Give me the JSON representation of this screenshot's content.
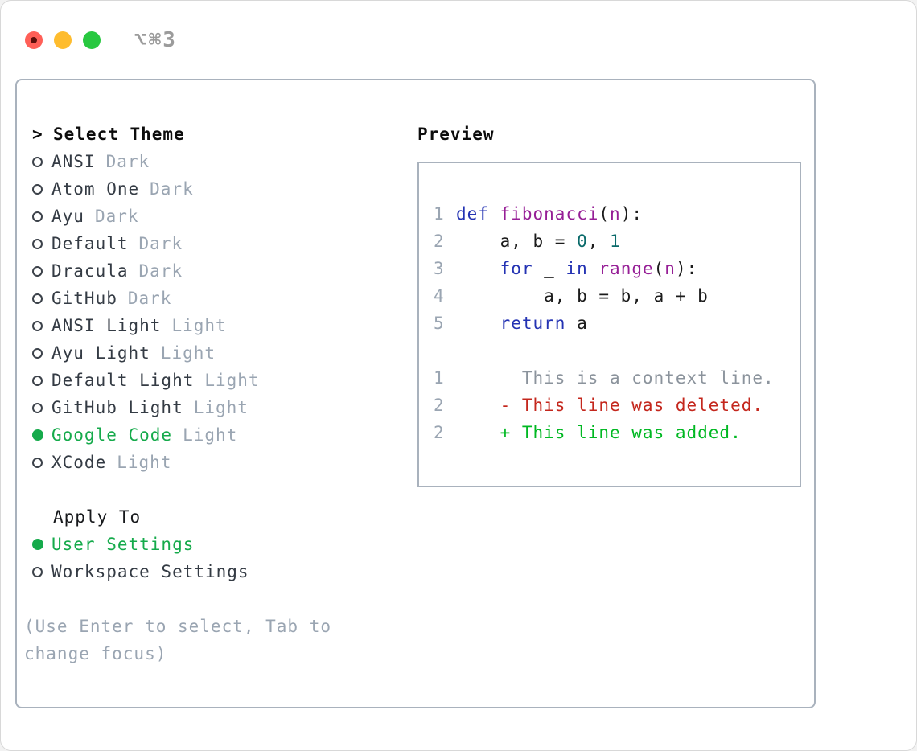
{
  "window": {
    "shortcut_label": "⌥⌘3"
  },
  "theme_panel": {
    "title_marker": ">",
    "title": "Select Theme",
    "themes": [
      {
        "name": "ANSI",
        "variant": "Dark",
        "selected": false
      },
      {
        "name": "Atom One",
        "variant": "Dark",
        "selected": false
      },
      {
        "name": "Ayu",
        "variant": "Dark",
        "selected": false
      },
      {
        "name": "Default",
        "variant": "Dark",
        "selected": false
      },
      {
        "name": "Dracula",
        "variant": "Dark",
        "selected": false
      },
      {
        "name": "GitHub",
        "variant": "Dark",
        "selected": false
      },
      {
        "name": "ANSI Light",
        "variant": "Light",
        "selected": false
      },
      {
        "name": "Ayu Light",
        "variant": "Light",
        "selected": false
      },
      {
        "name": "Default Light",
        "variant": "Light",
        "selected": false
      },
      {
        "name": "GitHub Light",
        "variant": "Light",
        "selected": false
      },
      {
        "name": "Google Code",
        "variant": "Light",
        "selected": true
      },
      {
        "name": "XCode",
        "variant": "Light",
        "selected": false
      }
    ],
    "apply_to_title": "Apply To",
    "apply_to_options": [
      {
        "label": "User Settings",
        "selected": true
      },
      {
        "label": "Workspace Settings",
        "selected": false
      }
    ],
    "hint": "(Use Enter to select, Tab to change focus)"
  },
  "preview": {
    "title": "Preview",
    "lines": [
      {
        "num": "1",
        "tokens": [
          [
            "kwd",
            "def"
          ],
          [
            "pln",
            " "
          ],
          [
            "typ",
            "fibonacci"
          ],
          [
            "pln",
            "("
          ],
          [
            "typ",
            "n"
          ],
          [
            "pln",
            "):"
          ]
        ]
      },
      {
        "num": "2",
        "tokens": [
          [
            "pln",
            "    a, b = "
          ],
          [
            "lit",
            "0"
          ],
          [
            "pln",
            ", "
          ],
          [
            "lit",
            "1"
          ]
        ]
      },
      {
        "num": "3",
        "tokens": [
          [
            "pln",
            "    "
          ],
          [
            "kwd",
            "for"
          ],
          [
            "pln",
            " _ "
          ],
          [
            "kwd",
            "in"
          ],
          [
            "pln",
            " "
          ],
          [
            "typ",
            "range"
          ],
          [
            "pln",
            "("
          ],
          [
            "typ",
            "n"
          ],
          [
            "pln",
            "):"
          ]
        ]
      },
      {
        "num": "4",
        "tokens": [
          [
            "pln",
            "        a, b = b, a + b"
          ]
        ]
      },
      {
        "num": "5",
        "tokens": [
          [
            "pln",
            "    "
          ],
          [
            "kwd",
            "return"
          ],
          [
            "pln",
            " a"
          ]
        ]
      },
      {
        "num": "",
        "tokens": []
      },
      {
        "num": "1",
        "tokens": [
          [
            "ctx",
            "      This is a context line."
          ]
        ]
      },
      {
        "num": "2",
        "tokens": [
          [
            "del",
            "    - This line was deleted."
          ]
        ]
      },
      {
        "num": "2",
        "tokens": [
          [
            "add",
            "    + This line was added."
          ]
        ]
      }
    ]
  },
  "colors": {
    "selection_green": "#15aa4b",
    "keyword_blue": "#2433b3",
    "function_purple": "#961e96",
    "literal_teal": "#0a6a6a",
    "plain_black": "#1b1b1b",
    "context_gray": "#8b939c",
    "deleted_red": "#c4271d",
    "added_green": "#00b822",
    "muted_gray": "#9aa5b2",
    "border_gray": "#a9b2bd",
    "traffic_red": "#ff5f57",
    "traffic_yellow": "#febc2e",
    "traffic_green": "#28c840"
  }
}
